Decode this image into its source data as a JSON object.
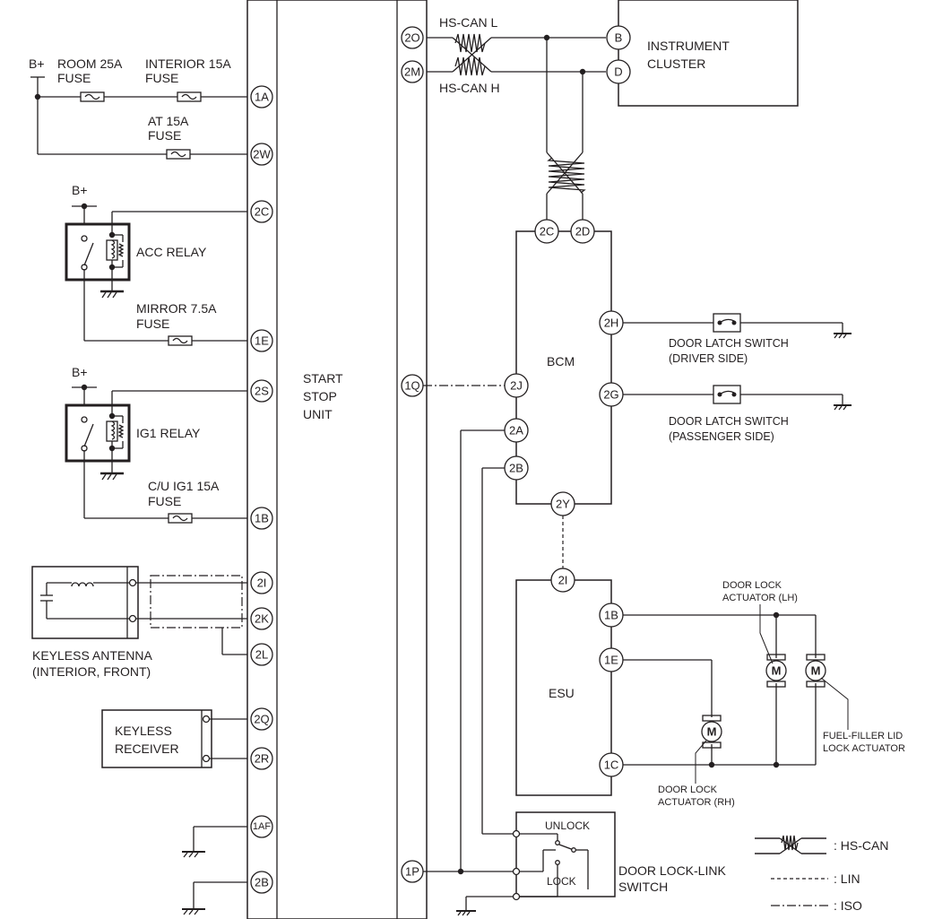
{
  "labels": {
    "bplus_1": "B+",
    "bplus_2": "B+",
    "bplus_3": "B+",
    "room_fuse_1": "ROOM 25A",
    "room_fuse_2": "FUSE",
    "interior_fuse_1": "INTERIOR 15A",
    "interior_fuse_2": "FUSE",
    "at_fuse_1": "AT 15A",
    "at_fuse_2": "FUSE",
    "acc_relay": "ACC RELAY",
    "mirror_fuse_1": "MIRROR 7.5A",
    "mirror_fuse_2": "FUSE",
    "ig1_relay": "IG1 RELAY",
    "cu_fuse_1": "C/U IG1 15A",
    "cu_fuse_2": "FUSE",
    "keyless_antenna_1": "KEYLESS ANTENNA",
    "keyless_antenna_2": "(INTERIOR, FRONT)",
    "keyless_receiver_1": "KEYLESS",
    "keyless_receiver_2": "RECEIVER",
    "start_stop_1": "START",
    "start_stop_2": "STOP",
    "start_stop_3": "UNIT",
    "hs_can_l": "HS-CAN L",
    "hs_can_h": "HS-CAN H",
    "instrument_1": "INSTRUMENT",
    "instrument_2": "CLUSTER",
    "bcm": "BCM",
    "latch_driver_1": "DOOR LATCH SWITCH",
    "latch_driver_2": "(DRIVER SIDE)",
    "latch_pass_1": "DOOR LATCH SWITCH",
    "latch_pass_2": "(PASSENGER SIDE)",
    "esu": "ESU",
    "lh_actuator_1": "DOOR LOCK",
    "lh_actuator_2": "ACTUATOR (LH)",
    "rh_actuator_1": "DOOR LOCK",
    "rh_actuator_2": "ACTUATOR (RH)",
    "fuel_actuator_1": "FUEL-FILLER LID",
    "fuel_actuator_2": "LOCK ACTUATOR",
    "unlock": "UNLOCK",
    "lock": "LOCK",
    "doorlink_1": "DOOR LOCK-LINK",
    "doorlink_2": "SWITCH",
    "motor_m": "M"
  },
  "legend": {
    "hs_can": ": HS-CAN",
    "lin": ": LIN",
    "iso": ": ISO"
  },
  "pins": {
    "ssu_left": [
      "1A",
      "2W",
      "2C",
      "1E",
      "2S",
      "1B",
      "2I",
      "2K",
      "2L",
      "2Q",
      "2R",
      "1AF",
      "2B"
    ],
    "ssu_right": [
      "2O",
      "2M",
      "1Q",
      "1P"
    ],
    "cluster": [
      "B",
      "D"
    ],
    "bcm": [
      "2C",
      "2D",
      "2H",
      "2J",
      "2G",
      "2A",
      "2B",
      "2Y"
    ],
    "esu": [
      "2I",
      "1B",
      "1E",
      "1C"
    ]
  }
}
